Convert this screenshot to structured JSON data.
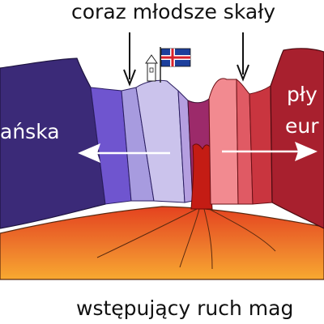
{
  "labels": {
    "top_caption": "coraz młodsze skały",
    "bottom_caption": "wstępujący ruch mag",
    "left_plate": "ańska",
    "right_plate_line1": "pły",
    "right_plate_line2": "eur"
  },
  "icons": [
    "iceland-flag-icon",
    "lighthouse-icon",
    "arrow-left-icon",
    "arrow-right-icon",
    "arrow-down-icon"
  ],
  "colors": {
    "left_plate_dark": "#3b2a78",
    "left_plate_mid": "#6f55cf",
    "left_plate_light": "#cbc3ec",
    "right_plate_dark": "#a8202e",
    "right_plate_mid": "#e05a64",
    "right_plate_light": "#f28a90",
    "magma_top": "#e8552a",
    "magma_bottom": "#f7a12e",
    "rift": "#c01a12",
    "flag_blue": "#1d3f9c",
    "flag_red": "#d8202a"
  }
}
